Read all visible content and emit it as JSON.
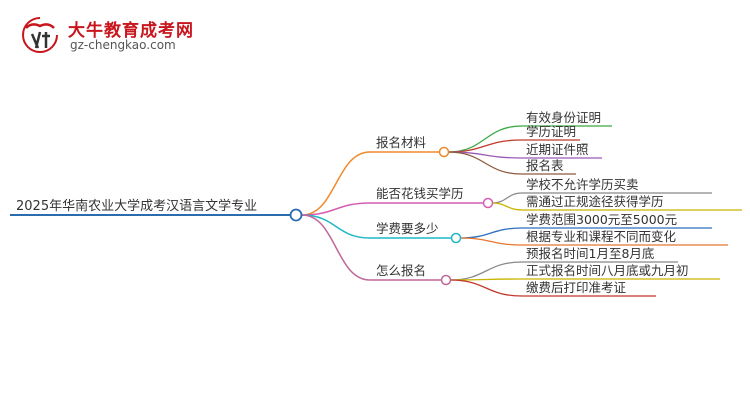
{
  "logo": {
    "title": "大牛教育成考网",
    "url": "gz-chengkao.com"
  },
  "mindmap": {
    "root": "2025年华南农业大学成考汉语言文学专业",
    "branches": [
      {
        "label": "报名材料",
        "color": "#f08a2c",
        "children": [
          {
            "label": "有效身份证明",
            "color": "#3aa843"
          },
          {
            "label": "学历证明",
            "color": "#c0392b"
          },
          {
            "label": "近期证件照",
            "color": "#9b59b6"
          },
          {
            "label": "报名表",
            "color": "#8e5a3c"
          }
        ]
      },
      {
        "label": "能否花钱买学历",
        "color": "#d65db1",
        "children": [
          {
            "label": "学校不允许学历买卖",
            "color": "#888888"
          },
          {
            "label": "需通过正规途径获得学历",
            "color": "#c9b400"
          }
        ]
      },
      {
        "label": "学费要多少",
        "color": "#1fb8c6",
        "children": [
          {
            "label": "学费范围3000元至5000元",
            "color": "#2f6fbf"
          },
          {
            "label": "根据专业和课程不同而变化",
            "color": "#e8762d"
          }
        ]
      },
      {
        "label": "怎么报名",
        "color": "#c0679a",
        "children": [
          {
            "label": "预报名时间1月至8月底",
            "color": "#888888"
          },
          {
            "label": "正式报名时间八月底或九月初",
            "color": "#c9b400"
          },
          {
            "label": "缴费后打印准考证",
            "color": "#c0392b"
          }
        ]
      }
    ]
  }
}
